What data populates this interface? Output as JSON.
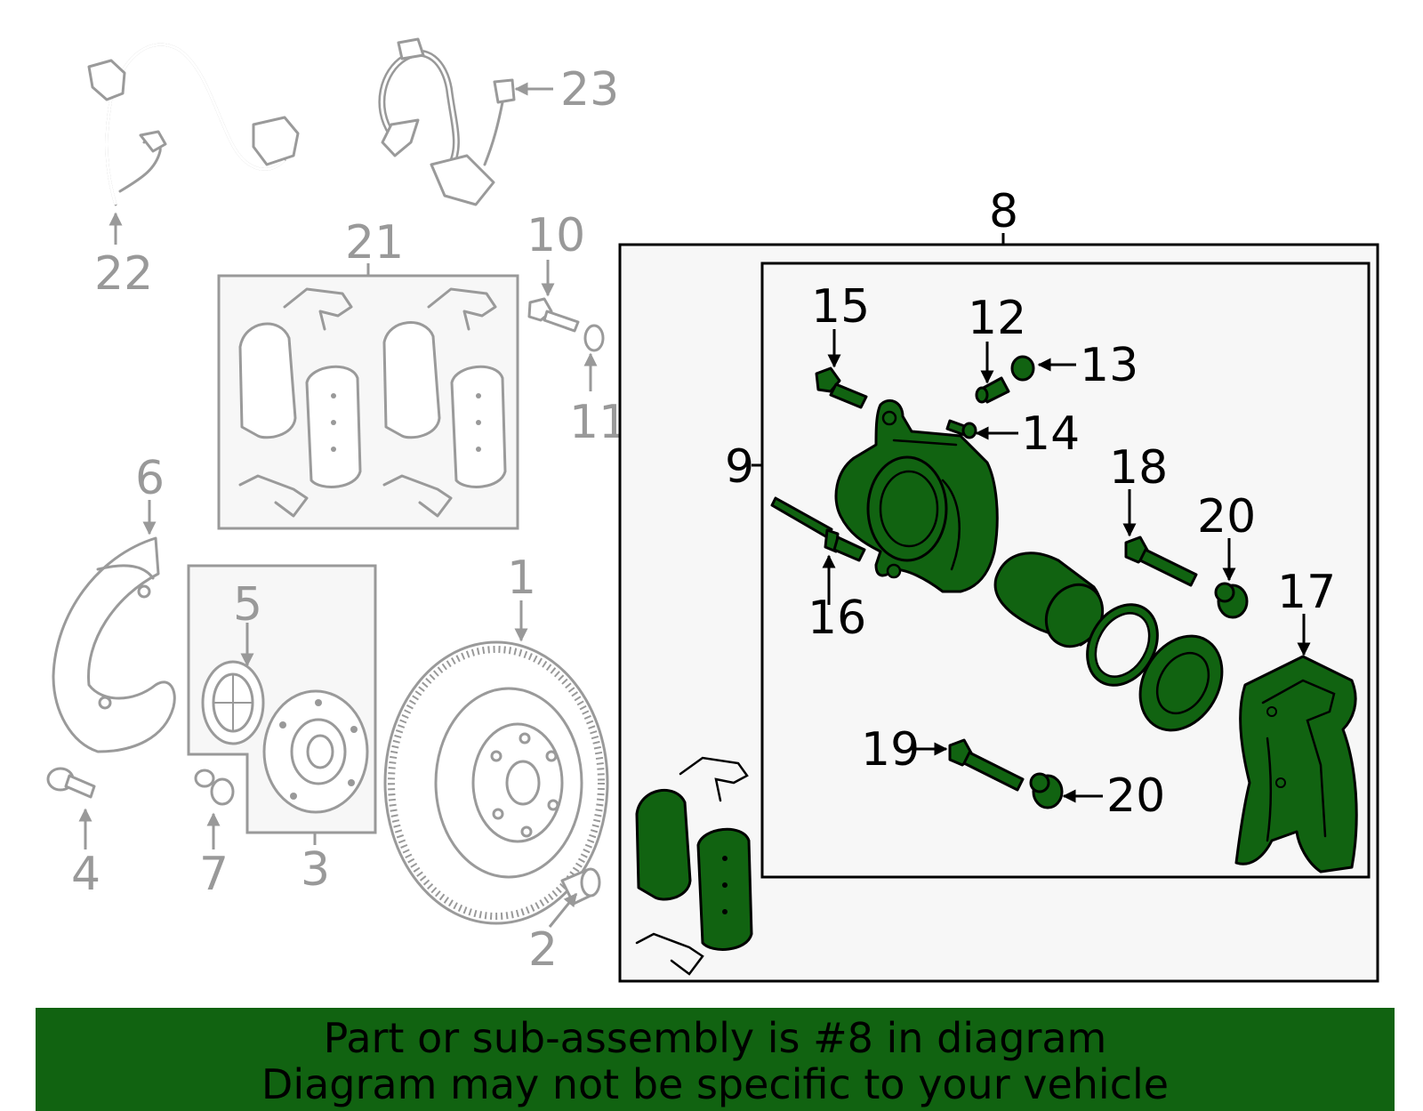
{
  "banner": {
    "line1": "Part or sub-assembly is #8 in diagram",
    "line2": "Diagram may not be specific to your vehicle"
  },
  "callouts_gray": {
    "c1": "1",
    "c2": "2",
    "c3": "3",
    "c4": "4",
    "c5": "5",
    "c6": "6",
    "c7": "7",
    "c10": "10",
    "c11": "11",
    "c21": "21",
    "c22": "22",
    "c23": "23"
  },
  "callouts_highlight": {
    "c8": "8",
    "c9": "9",
    "c12": "12",
    "c13": "13",
    "c14": "14",
    "c15": "15",
    "c16": "16",
    "c17": "17",
    "c18": "18",
    "c19": "19",
    "c20a": "20",
    "c20b": "20"
  },
  "colors": {
    "highlight_part": "#116311",
    "banner_bg": "#116311",
    "inactive_line": "#999999",
    "panel_bg": "#f7f7f7"
  }
}
